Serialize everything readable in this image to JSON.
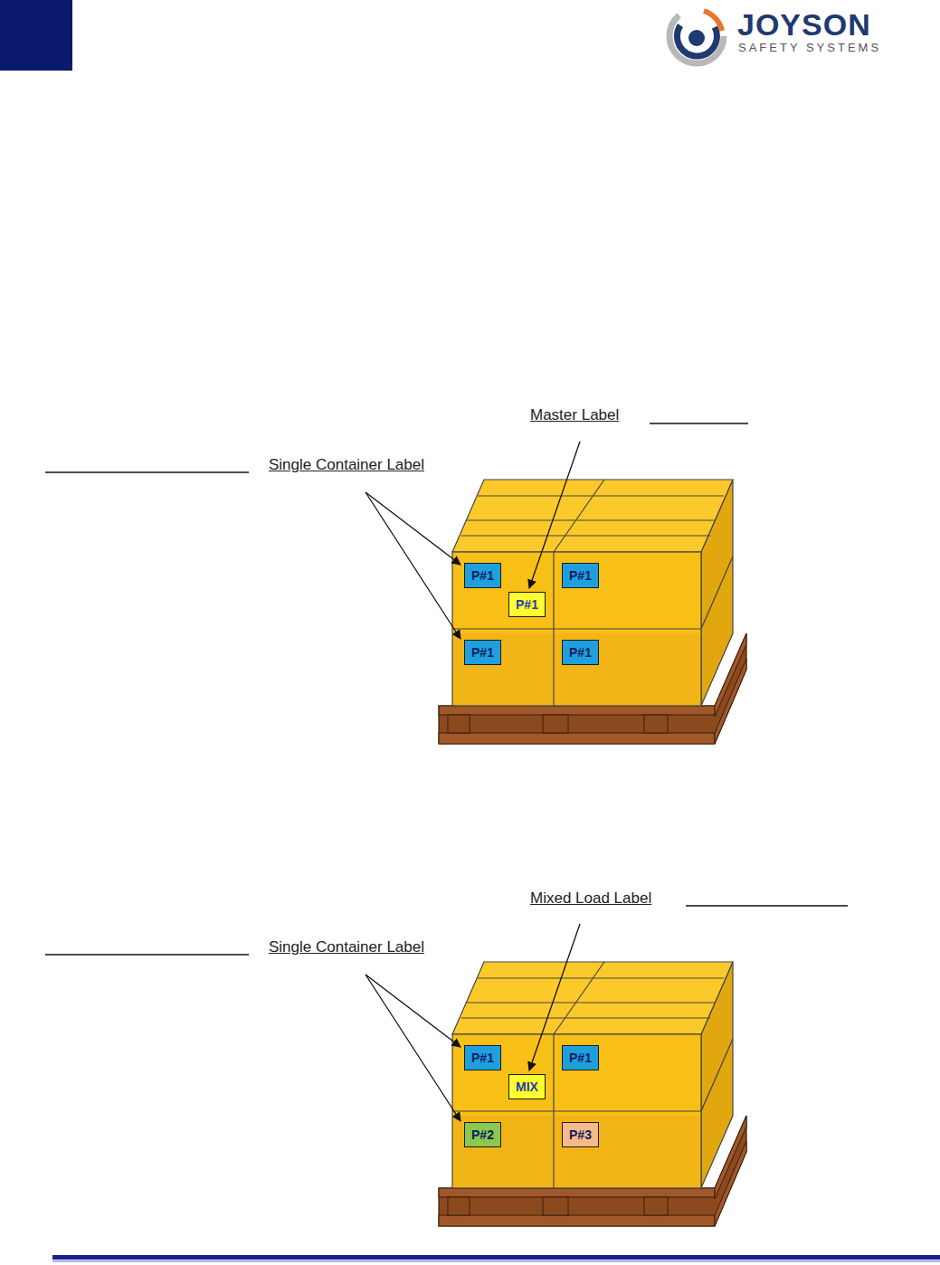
{
  "diagram": {
    "nodes": [
      {
        "text": [
          "P#1"
        ]
      },
      {
        "text": [
          "P#1"
        ]
      },
      {
        "text": [
          "P#1"
        ]
      },
      {
        "text": [
          "P#1"
        ]
      },
      {
        "text": [
          "P#1"
        ]
      },
      {
        "text": [
          "P#1"
        ]
      },
      {
        "text": [
          "P#1"
        ]
      },
      {
        "text": [
          "MIX"
        ]
      },
      {
        "text": [
          "P#2"
        ]
      },
      {
        "text": [
          "P#3"
        ]
      }
    ],
    "labels": [
      "JOYSON",
      "SAFETY SYSTEMS",
      "Master Label",
      "Single Container Label",
      "Mixed Load Label",
      "Single Container Label"
    ]
  }
}
